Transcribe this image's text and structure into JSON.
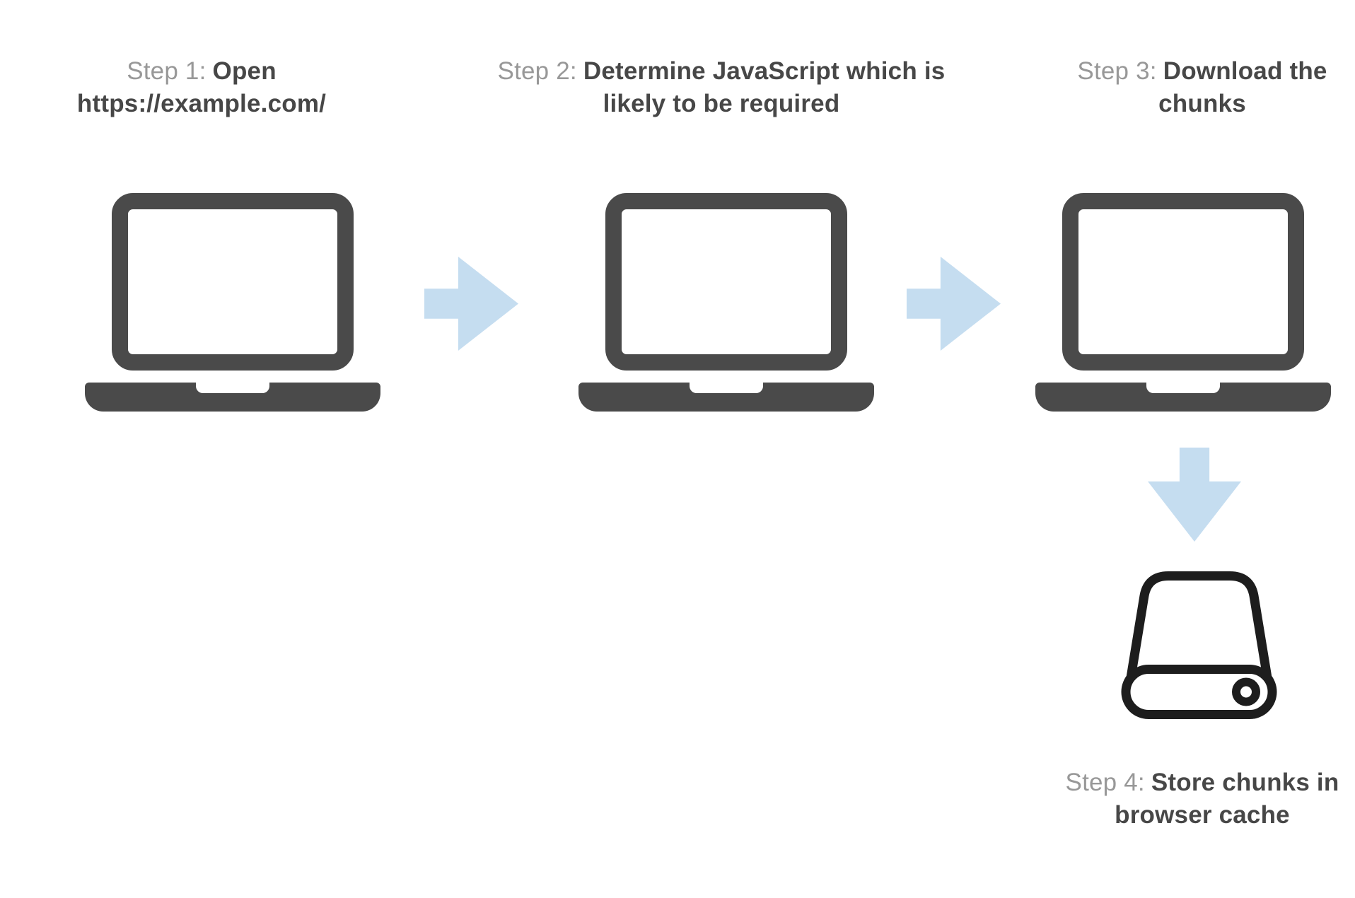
{
  "diagram": {
    "description": "Four-step flow showing how JavaScript chunks are prefetched and cached by a browser",
    "background_color": "#ffffff",
    "colors": {
      "step_prefix": "#989898",
      "step_title": "#474747",
      "laptop_fill": "#4a4a4a",
      "arrow_fill": "#c5ddf0",
      "drive_outline": "#1d1d1d"
    },
    "steps": [
      {
        "prefix": "Step 1:",
        "title": "Open https://example.com/",
        "icon": "laptop-icon"
      },
      {
        "prefix": "Step 2:",
        "title": "Determine JavaScript which is likely to be required",
        "icon": "laptop-icon"
      },
      {
        "prefix": "Step 3:",
        "title": "Download the chunks",
        "icon": "laptop-icon"
      },
      {
        "prefix": "Step 4:",
        "title": "Store chunks in browser cache",
        "icon": "hard-drive-icon"
      }
    ],
    "connectors": [
      {
        "from": 1,
        "to": 2,
        "icon": "arrow-right-icon"
      },
      {
        "from": 2,
        "to": 3,
        "icon": "arrow-right-icon"
      },
      {
        "from": 3,
        "to": 4,
        "icon": "arrow-down-icon"
      }
    ]
  }
}
